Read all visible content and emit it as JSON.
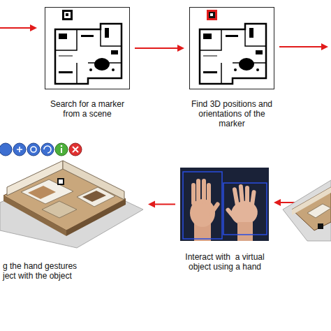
{
  "diagram": {
    "nodes": [
      {
        "text": [
          "Search for a marker from a scene"
        ]
      },
      {
        "text": [
          "Find 3D positions and orientations of the marker"
        ]
      },
      {
        "text": [
          "g the hand gestures ject with the object"
        ]
      },
      {
        "text": [
          "Interact with  a virtual object using a hand"
        ]
      }
    ],
    "edges": [
      {
        "from": 0,
        "to": 1,
        "arrow": "to"
      },
      {
        "from": 3,
        "to": 2,
        "arrow": "to"
      }
    ]
  }
}
